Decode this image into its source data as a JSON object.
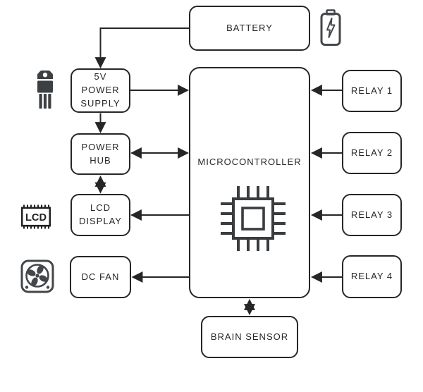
{
  "diagram": {
    "background_color": "#ffffff",
    "line_color": "#262626",
    "icon_color": "#3f4245",
    "nodes": {
      "battery": {
        "label": "BATTERY"
      },
      "power_supply_5v": {
        "label": "5V POWER SUPPLY"
      },
      "power_hub": {
        "label": "POWER HUB"
      },
      "lcd_display": {
        "label": "LCD DISPLAY"
      },
      "dc_fan": {
        "label": "DC FAN"
      },
      "microcontroller": {
        "label": "MICROCONTROLLER"
      },
      "relay_1": {
        "label": "RELAY 1"
      },
      "relay_2": {
        "label": "RELAY 2"
      },
      "relay_3": {
        "label": "RELAY 3"
      },
      "relay_4": {
        "label": "RELAY 4"
      },
      "brain_sensor": {
        "label": "BRAIN SENSOR"
      }
    },
    "icons": {
      "battery_icon": "battery-with-lightning-bolt",
      "voltage_regulator_icon": "to220-voltage-regulator",
      "lcd_chip_icon": "lcd-module",
      "lcd_chip_text": "LCD",
      "fan_icon": "cooling-fan",
      "microchip_icon": "microchip"
    },
    "connections": [
      {
        "from": "battery",
        "to": "power_supply_5v",
        "arrow": "single"
      },
      {
        "from": "power_supply_5v",
        "to": "microcontroller",
        "arrow": "single"
      },
      {
        "from": "power_supply_5v",
        "to": "power_hub",
        "arrow": "single"
      },
      {
        "from": "power_hub",
        "to": "microcontroller",
        "arrow": "double"
      },
      {
        "from": "power_hub",
        "to": "lcd_display",
        "arrow": "double"
      },
      {
        "from": "microcontroller",
        "to": "lcd_display",
        "arrow": "single"
      },
      {
        "from": "microcontroller",
        "to": "dc_fan",
        "arrow": "single"
      },
      {
        "from": "relay_1",
        "to": "microcontroller",
        "arrow": "single"
      },
      {
        "from": "relay_2",
        "to": "microcontroller",
        "arrow": "single"
      },
      {
        "from": "relay_3",
        "to": "microcontroller",
        "arrow": "single"
      },
      {
        "from": "relay_4",
        "to": "microcontroller",
        "arrow": "single"
      },
      {
        "from": "microcontroller",
        "to": "brain_sensor",
        "arrow": "double"
      }
    ]
  }
}
